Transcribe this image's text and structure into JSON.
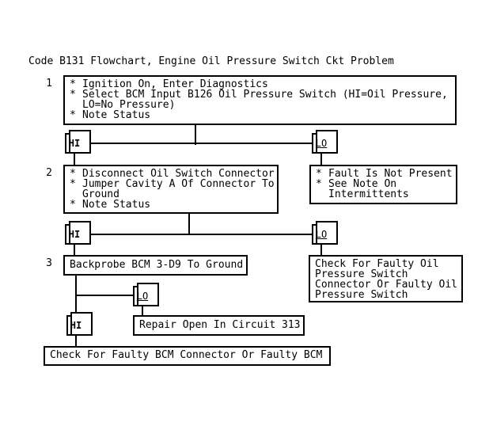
{
  "title": "Code B131 Flowchart, Engine Oil Pressure Switch Ckt Problem",
  "bullet_char": "*",
  "labels": {
    "hi": "HI",
    "lo": "LO"
  },
  "colors": {
    "background": "#ffffff",
    "line": "#000000",
    "text": "#000000"
  },
  "steps": [
    {
      "number": "1",
      "bullets": [
        "Ignition On, Enter Diagnostics",
        "Select BCM Input B126 Oil Pressure Switch (HI=Oil Pressure, LO=No Pressure)",
        "Note Status"
      ]
    },
    {
      "number": "2",
      "bullets": [
        "Disconnect Oil Switch Connector",
        "Jumper Cavity A Of Connector To Ground",
        "Note Status"
      ]
    },
    {
      "number": "3",
      "text": "Backprobe BCM 3-D9 To Ground"
    }
  ],
  "outcomes": {
    "fault_not_present_bullets": [
      "Fault Is Not Present",
      "See Note On Intermittents"
    ],
    "faulty_oil_switch": "Check For Faulty Oil Pressure Switch Connector Or Faulty Oil Pressure Switch",
    "repair_open": "Repair Open In Circuit 313",
    "faulty_bcm": "Check For Faulty BCM Connector Or Faulty BCM"
  }
}
